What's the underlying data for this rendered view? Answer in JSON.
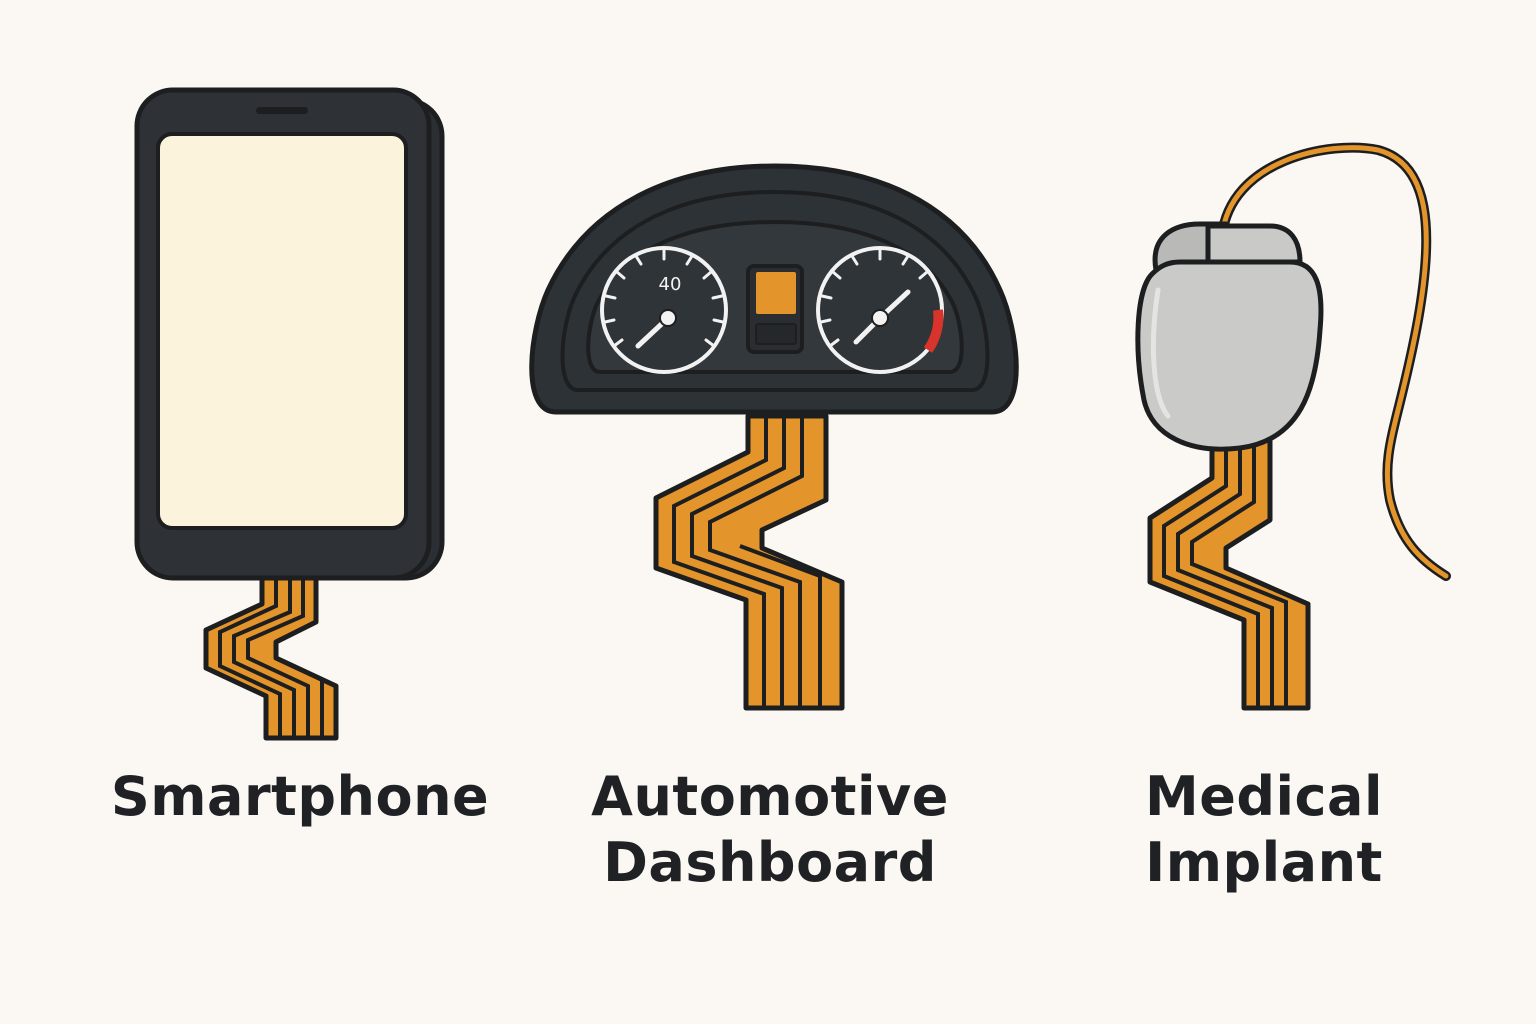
{
  "devices": [
    {
      "id": "smartphone",
      "label_lines": [
        "Smartphone"
      ],
      "icon": "smartphone-icon"
    },
    {
      "id": "automotive-dashboard",
      "label_lines": [
        "Automotive",
        "Dashboard"
      ],
      "icon": "dashboard-icon",
      "gauge_reading": "40"
    },
    {
      "id": "medical-implant",
      "label_lines": [
        "Medical",
        "Implant"
      ],
      "icon": "pacemaker-icon"
    }
  ],
  "colors": {
    "background": "#fbf8f3",
    "device_body": "#2b2f33",
    "outline": "#1c1e20",
    "screen": "#fbf3dc",
    "flex_circuit": "#e3942a",
    "warning": "#d9342b",
    "implant_body": "#c9c9c7"
  }
}
